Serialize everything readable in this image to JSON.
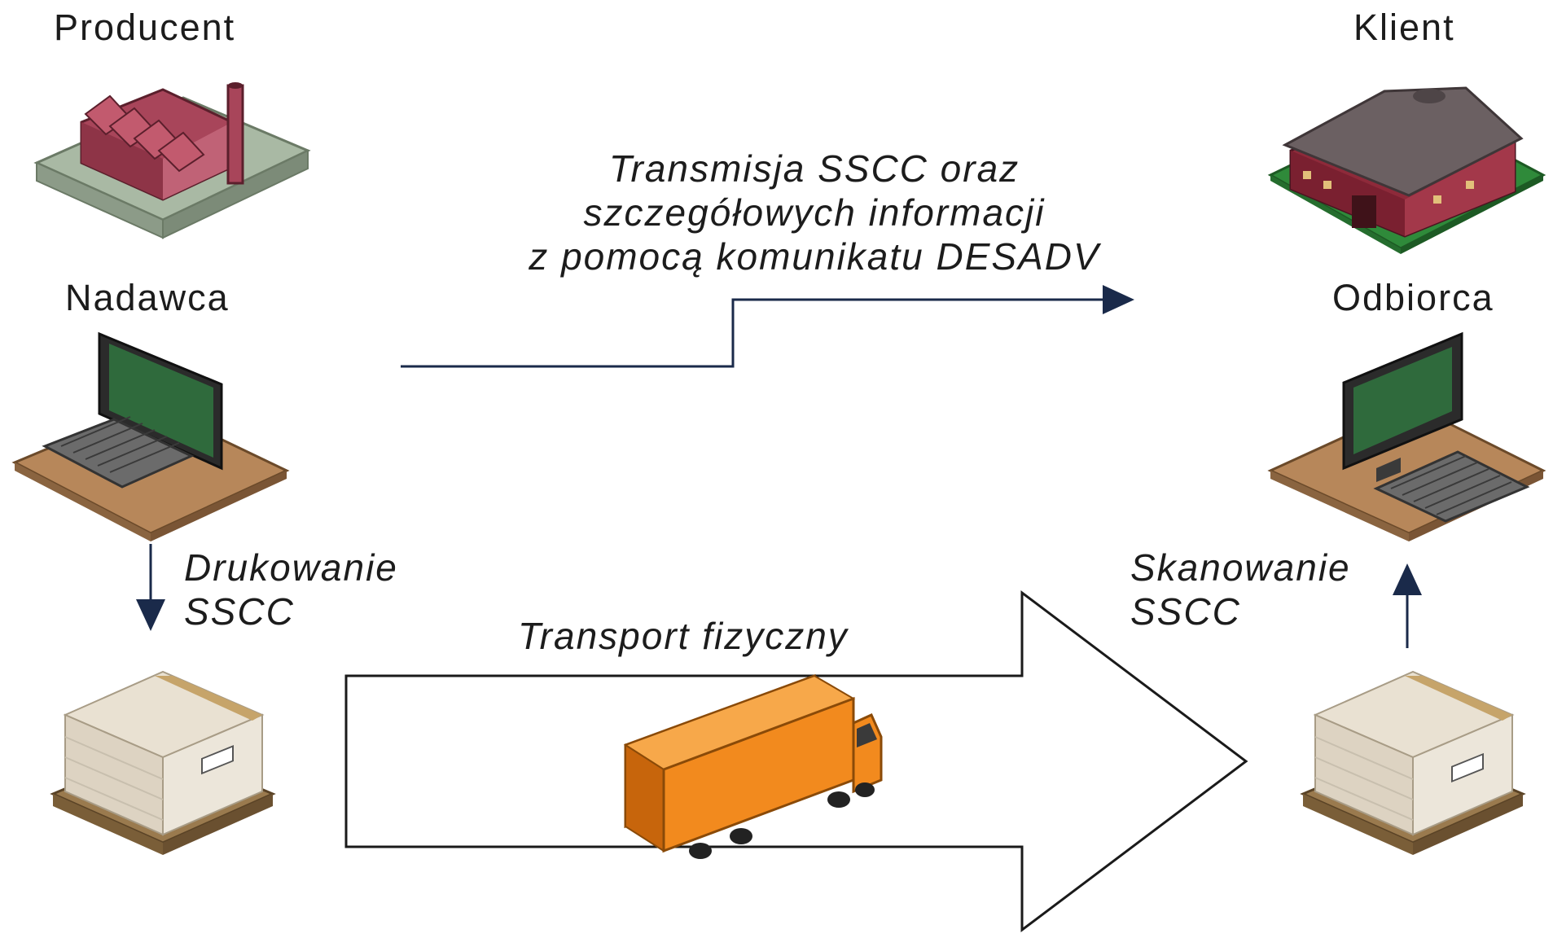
{
  "sender_side": {
    "producer_label": "Producent",
    "sender_label": "Nadawca",
    "printing_label_line1": "Drukowanie",
    "printing_label_line2": "SSCC"
  },
  "receiver_side": {
    "client_label": "Klient",
    "receiver_label": "Odbiorca",
    "scanning_label_line1": "Skanowanie",
    "scanning_label_line2": "SSCC"
  },
  "message_flow": {
    "line1": "Transmisja SSCC oraz",
    "line2": "szczegółowych informacji",
    "line3": "z pomocą komunikatu DESADV"
  },
  "transport_flow": {
    "label": "Transport fizyczny"
  },
  "icons": {
    "factory": "factory-icon",
    "warehouse": "warehouse-icon",
    "computer": "computer-icon",
    "pallet": "pallet-icon",
    "truck": "truck-icon"
  },
  "colors": {
    "arrow": "#1a2a4a",
    "truck": "#f28a1e",
    "factory_roof": "#b0485a",
    "warehouse_roof": "#6b6062",
    "screen": "#2f6a3c",
    "desk": "#b7875a"
  }
}
